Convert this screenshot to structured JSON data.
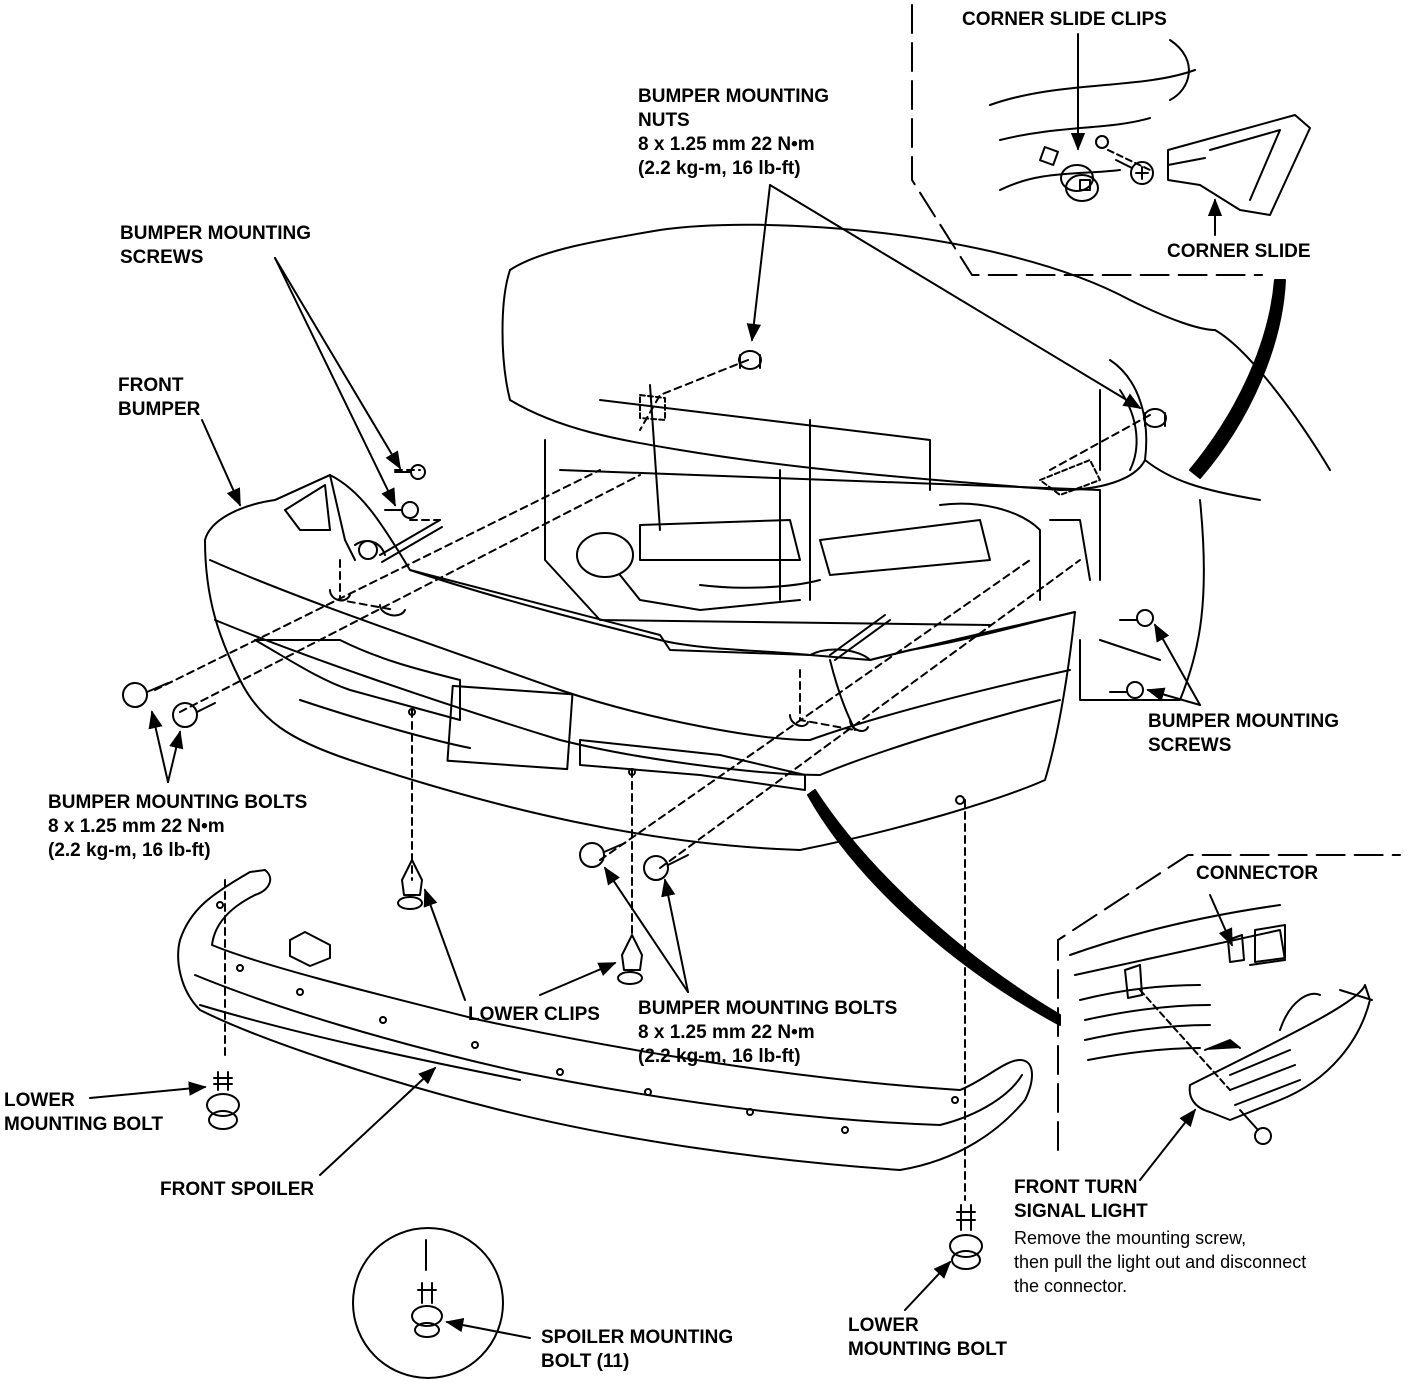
{
  "callouts": {
    "corner_slide_clips": [
      "CORNER SLIDE CLIPS"
    ],
    "corner_slide": [
      "CORNER SLIDE"
    ],
    "nuts": [
      "BUMPER MOUNTING",
      "NUTS",
      "8 x 1.25 mm 22 N•m",
      "(2.2 kg-m, 16 lb-ft)"
    ],
    "screws_left": [
      "BUMPER MOUNTING",
      "SCREWS"
    ],
    "front_bumper": [
      "FRONT",
      "BUMPER"
    ],
    "screws_right": [
      "BUMPER MOUNTING",
      "SCREWS"
    ],
    "bolts_left": [
      "BUMPER MOUNTING BOLTS",
      "8 x 1.25 mm 22 N•m",
      "(2.2 kg-m, 16 lb-ft)"
    ],
    "connector": [
      "CONNECTOR"
    ],
    "lower_clips": [
      "LOWER CLIPS"
    ],
    "bolts_center": [
      "BUMPER MOUNTING BOLTS",
      "8 x 1.25 mm 22 N•m",
      "(2.2 kg-m, 16 lb-ft)"
    ],
    "lower_bolt_left": [
      "LOWER",
      "MOUNTING BOLT"
    ],
    "front_spoiler": [
      "FRONT SPOILER"
    ],
    "turn_signal": [
      "FRONT TURN",
      "SIGNAL LIGHT"
    ],
    "turn_signal_note": [
      "Remove the mounting screw,",
      "then pull the light out and disconnect",
      "the connector."
    ],
    "spoiler_bolt": [
      "SPOILER MOUNTING",
      "BOLT (11)"
    ],
    "lower_bolt_right": [
      "LOWER",
      "MOUNTING BOLT"
    ]
  }
}
